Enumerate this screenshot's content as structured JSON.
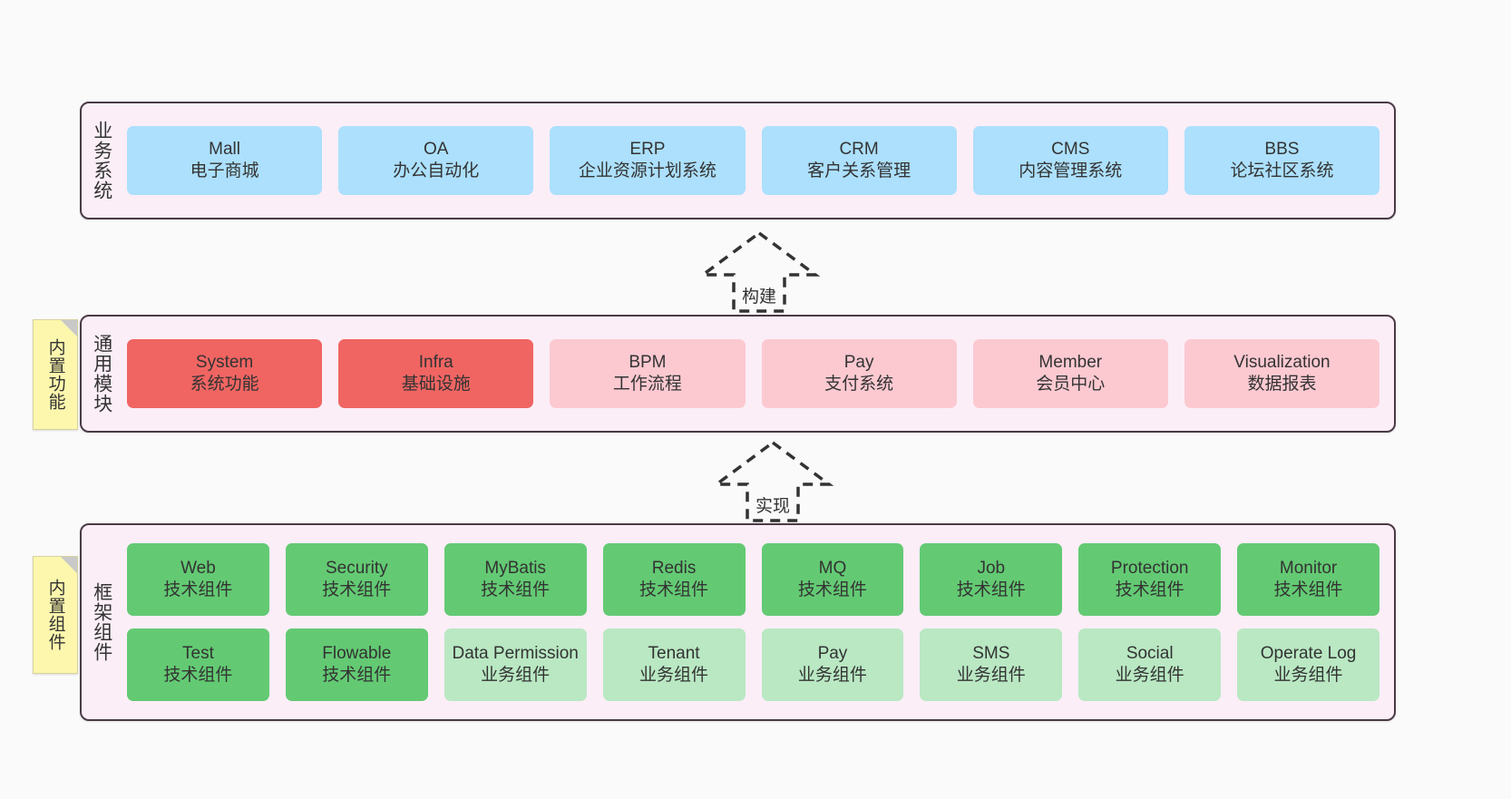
{
  "diagram": {
    "background_color": "#fafafa",
    "layer_background": "#fbeef7",
    "layer_border": "#4a3a46"
  },
  "layers": [
    {
      "id": "business-system",
      "title": "业务系统",
      "rows": [
        {
          "cards": [
            {
              "name": "Mall",
              "sub": "电子商城",
              "color": "#ace0fd"
            },
            {
              "name": "OA",
              "sub": "办公自动化",
              "color": "#ace0fd"
            },
            {
              "name": "ERP",
              "sub": "企业资源计划系统",
              "color": "#ace0fd"
            },
            {
              "name": "CRM",
              "sub": "客户关系管理",
              "color": "#ace0fd"
            },
            {
              "name": "CMS",
              "sub": "内容管理系统",
              "color": "#ace0fd"
            },
            {
              "name": "BBS",
              "sub": "论坛社区系统",
              "color": "#ace0fd"
            }
          ]
        }
      ]
    },
    {
      "id": "common-module",
      "title": "通用模块",
      "rows": [
        {
          "cards": [
            {
              "name": "System",
              "sub": "系统功能",
              "color": "#f06562"
            },
            {
              "name": "Infra",
              "sub": "基础设施",
              "color": "#f06562"
            },
            {
              "name": "BPM",
              "sub": "工作流程",
              "color": "#fcc9d1"
            },
            {
              "name": "Pay",
              "sub": "支付系统",
              "color": "#fcc9d1"
            },
            {
              "name": "Member",
              "sub": "会员中心",
              "color": "#fcc9d1"
            },
            {
              "name": "Visualization",
              "sub": "数据报表",
              "color": "#fcc9d1"
            }
          ]
        }
      ]
    },
    {
      "id": "framework-component",
      "title": "框架组件",
      "rows": [
        {
          "cards": [
            {
              "name": "Web",
              "sub": "技术组件",
              "color": "#63ca73"
            },
            {
              "name": "Security",
              "sub": "技术组件",
              "color": "#63ca73"
            },
            {
              "name": "MyBatis",
              "sub": "技术组件",
              "color": "#63ca73"
            },
            {
              "name": "Redis",
              "sub": "技术组件",
              "color": "#63ca73"
            },
            {
              "name": "MQ",
              "sub": "技术组件",
              "color": "#63ca73"
            },
            {
              "name": "Job",
              "sub": "技术组件",
              "color": "#63ca73"
            },
            {
              "name": "Protection",
              "sub": "技术组件",
              "color": "#63ca73"
            },
            {
              "name": "Monitor",
              "sub": "技术组件",
              "color": "#63ca73"
            }
          ]
        },
        {
          "cards": [
            {
              "name": "Test",
              "sub": "技术组件",
              "color": "#63ca73"
            },
            {
              "name": "Flowable",
              "sub": "技术组件",
              "color": "#63ca73"
            },
            {
              "name": "Data Permission",
              "sub": "业务组件",
              "color": "#b9e8c3"
            },
            {
              "name": "Tenant",
              "sub": "业务组件",
              "color": "#b9e8c3"
            },
            {
              "name": "Pay",
              "sub": "业务组件",
              "color": "#b9e8c3"
            },
            {
              "name": "SMS",
              "sub": "业务组件",
              "color": "#b9e8c3"
            },
            {
              "name": "Social",
              "sub": "业务组件",
              "color": "#b9e8c3"
            },
            {
              "name": "Operate Log",
              "sub": "业务组件",
              "color": "#b9e8c3"
            }
          ]
        }
      ]
    }
  ],
  "sticky_notes": [
    {
      "id": "builtin-function",
      "label": "内置功能",
      "color": "#fcf7ad"
    },
    {
      "id": "builtin-component",
      "label": "内置组件",
      "color": "#fcf7ad"
    }
  ],
  "connectors": [
    {
      "id": "build",
      "label": "构建",
      "style": "dashed-hollow-triangle-up"
    },
    {
      "id": "realize",
      "label": "实现",
      "style": "dashed-hollow-triangle-up"
    }
  ]
}
